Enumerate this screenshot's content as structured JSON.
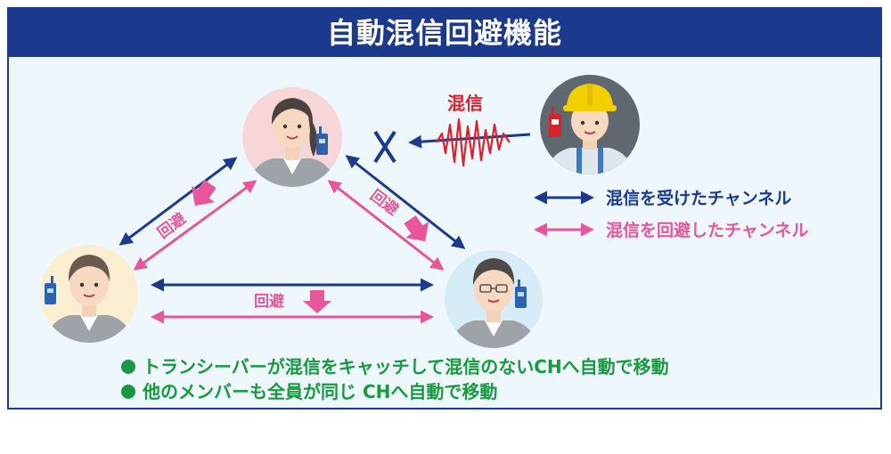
{
  "title": "自動混信回避機能",
  "interference_label": "混信",
  "avoid_labels": [
    "回避",
    "回避",
    "回避"
  ],
  "legend": {
    "received": "混信を受けたチャンネル",
    "avoided": "混信を回避したチャンネル"
  },
  "notes": [
    "トランシーバーが混信をキャッチして混信のないCHへ自動で移動",
    "他のメンバーも全員が同じ CHへ自動で移動"
  ],
  "colors": {
    "navy": "#1b3a8e",
    "pink": "#e8559a",
    "red": "#e0202a",
    "green": "#179a3f"
  },
  "icons": {
    "person_top": "woman-avatar-icon",
    "person_left": "man-avatar-icon",
    "person_right": "man-glasses-avatar-icon",
    "worker": "construction-worker-icon",
    "blocked": "blocked-x-icon"
  }
}
